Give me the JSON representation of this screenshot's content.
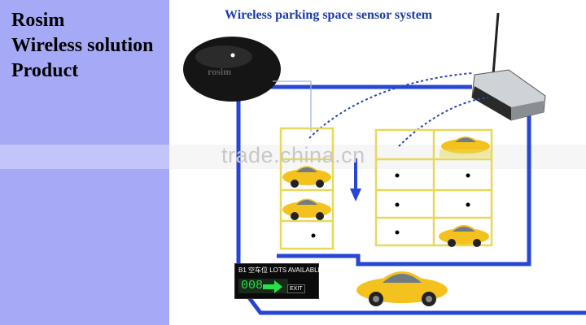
{
  "brand": {
    "line1": "Rosim",
    "line2": "Wireless solution",
    "line3": "Product"
  },
  "title": "Wireless parking space sensor system",
  "sensor_label": "rosim",
  "watermark": "trade.china.cn",
  "sign": {
    "header": "B1 空车位 LOTS AVAILABLE",
    "count": "008",
    "exit": "EXIT"
  },
  "colors": {
    "panel": "#a6a9f6",
    "title": "#1c3ba6",
    "route": "#2746d6",
    "lots": "#e8d85a",
    "car": "#f4c21f"
  }
}
